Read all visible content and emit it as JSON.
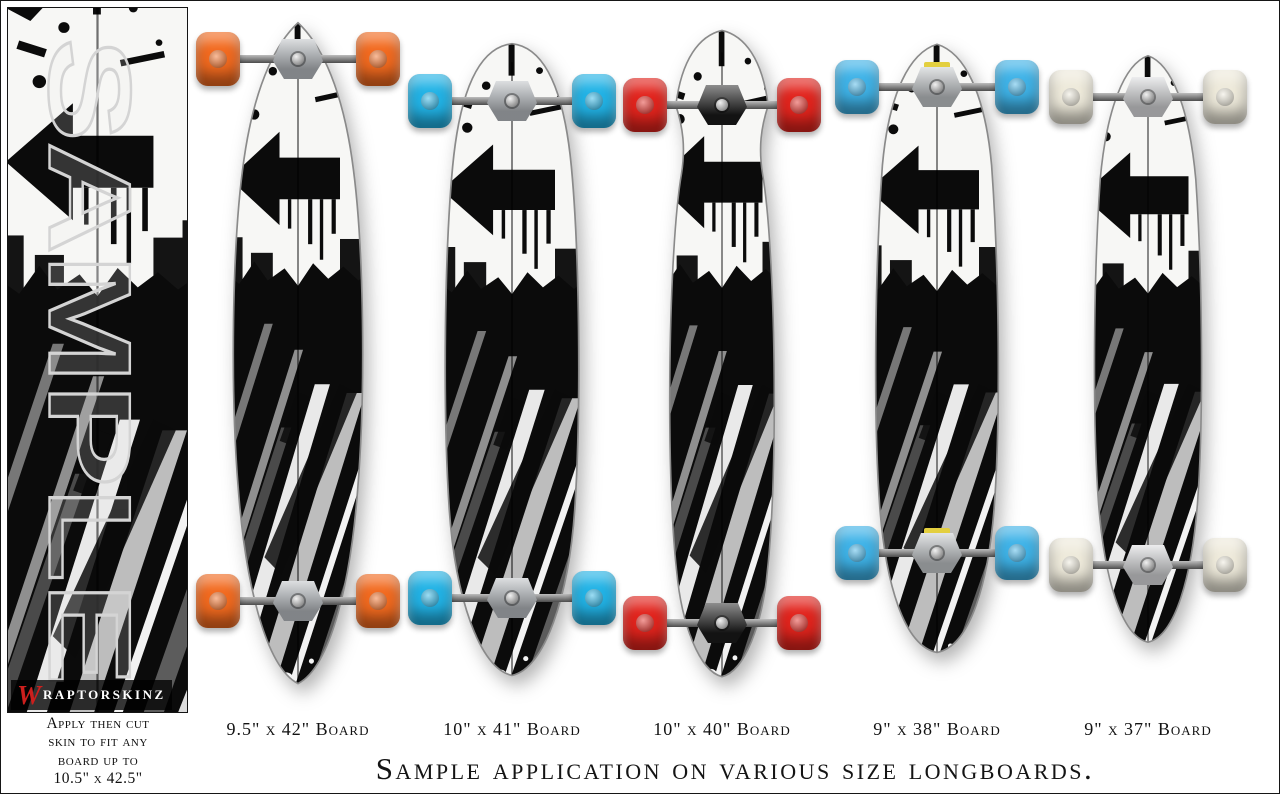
{
  "page": {
    "caption": "Sample application on various size longboards.",
    "background_color": "#ffffff",
    "border_color": "#161616"
  },
  "sample_panel": {
    "watermark": "SAMPLE",
    "note_lines": [
      "Apply then cut",
      "skin to fit any",
      "board up to",
      "10.5\" x 42.5\""
    ],
    "logo": {
      "initial": "W",
      "text": "RAPTORSKINZ",
      "initial_color": "#cc1f1d",
      "text_color": "#ffffff"
    }
  },
  "skin_art": {
    "paper_color": "#f7f7f5",
    "ink_color": "#0b0b0b",
    "streak_colors": [
      "#e9e9e9",
      "#8f8f8f",
      "#bdbdbd",
      "#5c5c5c"
    ]
  },
  "boards": [
    {
      "label": "9.5\" x 42\" Board",
      "shape": "pintail",
      "wheel_color": "#f26a1f",
      "truck_color": "#b9bdc2"
    },
    {
      "label": "10\" x 41\" Board",
      "shape": "kicktail",
      "wheel_color": "#22b3e6",
      "truck_color": "#b9bdc2"
    },
    {
      "label": "10\" x 40\" Board",
      "shape": "drop-through",
      "wheel_color": "#e2241d",
      "truck_color": "#1b1b1b"
    },
    {
      "label": "9\" x 38\" Board",
      "shape": "cruiser",
      "wheel_color": "#3fb3e8",
      "truck_color": "#c6cacd",
      "riser_color": "#e3cf3f"
    },
    {
      "label": "9\" x 37\" Board",
      "shape": "cruiser",
      "wheel_color": "#eeeadb",
      "truck_color": "#d9dadc"
    }
  ]
}
